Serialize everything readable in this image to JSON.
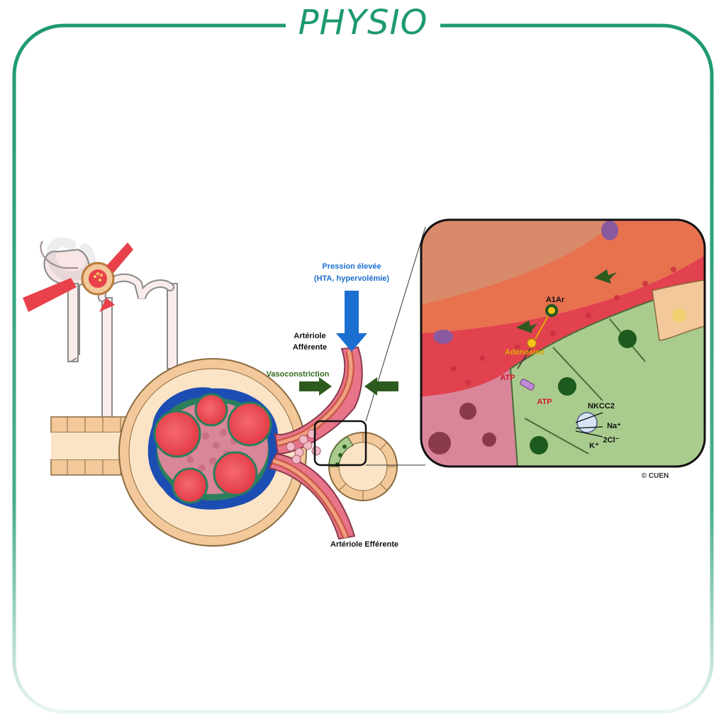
{
  "header": {
    "title": "PHYSIO"
  },
  "labels": {
    "pressure_line1": "Pression élevée",
    "pressure_line2": "(HTA, hypervolémie)",
    "afferent_line1": "Artériole",
    "afferent_line2": "Afférente",
    "vasoconstriction": "Vasoconstriction",
    "efferent": "Artériole Efférente",
    "a1ar": "A1Ar",
    "adenosine": "Adénosine",
    "atp_left": "ATP",
    "atp_right": "ATP",
    "nkcc2": "NKCC2",
    "na": "Na⁺",
    "cl": "2Cl⁻",
    "k": "K⁺",
    "copyright": "© CUEN"
  },
  "colors": {
    "frame": "#1d9a6c",
    "title": "#1d9a6c",
    "pressure_arrow": "#1a6fd0",
    "pressure_text": "#1a6fd0",
    "vaso_arrow": "#2d5a1e",
    "vaso_text": "#2e6b1a",
    "atp_text": "#d3162b",
    "adenosine_text": "#e0a800",
    "capillary_red": "#e8414b",
    "capsule_tan": "#f3c89a",
    "mesangial_pink": "#d9869a",
    "podocyte_blue": "#1c4db3",
    "macula_green": "#a9cc8e"
  }
}
